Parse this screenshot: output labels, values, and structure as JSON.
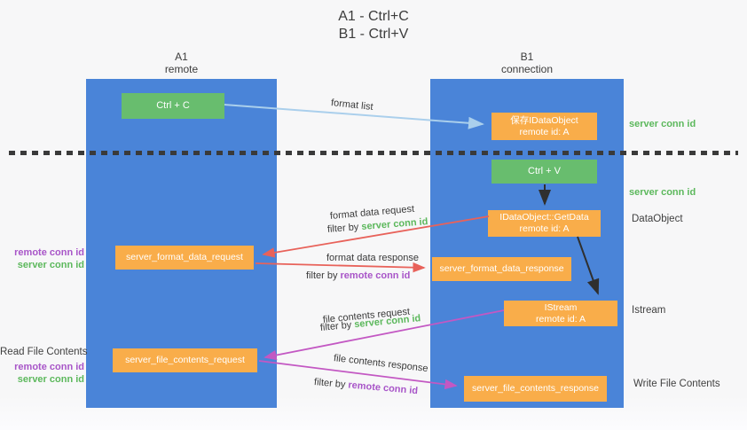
{
  "title": {
    "line1": "A1 - Ctrl+C",
    "line2": "B1 - Ctrl+V"
  },
  "lanes": {
    "left": {
      "name": "A1",
      "subtitle": "remote"
    },
    "right": {
      "name": "B1",
      "subtitle": "connection"
    }
  },
  "nodes": {
    "ctrl_c": "Ctrl + C",
    "ctrl_v": "Ctrl + V",
    "save_idataobject_line1": "保存IDataObject",
    "save_idataobject_line2": "remote id: A",
    "getdata_line1": "IDataObject::GetData",
    "getdata_line2": "remote id: A",
    "istream_line1": "IStream",
    "istream_line2": "remote id: A",
    "format_request": "server_format_data_request",
    "format_response": "server_format_data_response",
    "file_request": "server_file_contents_request",
    "file_response": "server_file_contents_response"
  },
  "flows": {
    "format_list": "format list",
    "format_request": "format data request",
    "format_request_filter": "filter by ",
    "format_request_key": "server conn id",
    "format_response": "format data response",
    "format_response_filter": "filter by ",
    "format_response_key": "remote conn id",
    "file_request": "file contents request",
    "file_request_filter": "filter by ",
    "file_request_key": "server conn id",
    "file_response": "file contents response",
    "file_response_filter": "filter by ",
    "file_response_key": "remote conn id"
  },
  "left_annotations": {
    "format_remote": "remote conn id",
    "format_server": "server conn id",
    "read_title": "Read File Contents",
    "file_remote": "remote conn id",
    "file_server": "server conn id"
  },
  "right_annotations": {
    "top_server": "server conn id",
    "mid_server": "server conn id",
    "dataobject": "DataObject",
    "istream": "Istream",
    "write_title": "Write File Contents"
  },
  "colors": {
    "lane_blue": "#4a84d8",
    "box_green": "#68bd6e",
    "box_orange": "#f9ad4a",
    "arrow_red": "#e8625a",
    "arrow_magenta": "#c358c3",
    "arrow_lightblue": "#aacfec",
    "arrow_black": "#2f2f2f",
    "label_green": "#5cb85c",
    "label_purple": "#a855c8"
  }
}
